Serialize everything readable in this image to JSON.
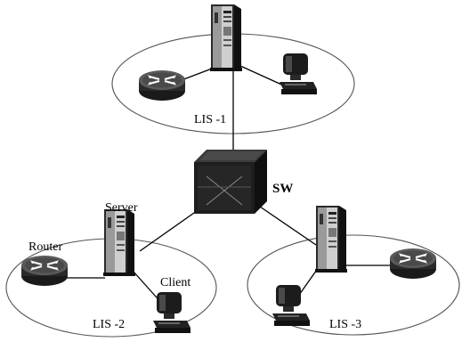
{
  "diagram": {
    "labels": {
      "lis1": "LIS -1",
      "lis2": "LIS -2",
      "lis3": "LIS -3",
      "switch": "SW",
      "server": "Server",
      "router": "Router",
      "client": "Client"
    },
    "icons": {
      "server": "server-tower-icon",
      "router": "router-icon",
      "client": "client-computer-icon",
      "switch": "atm-switch-icon"
    }
  }
}
